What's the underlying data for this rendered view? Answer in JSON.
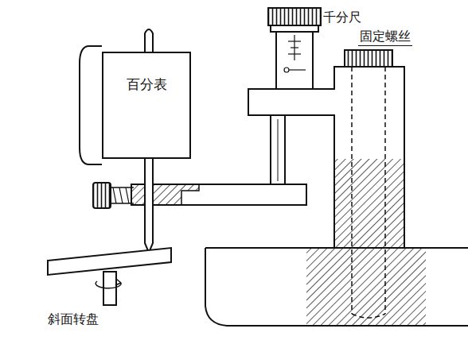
{
  "diagram": {
    "nodes": [
      {
        "text": [
          "百分表"
        ]
      }
    ],
    "labels": [
      "千分尺",
      "固定螺丝",
      "斜面转盘"
    ]
  }
}
